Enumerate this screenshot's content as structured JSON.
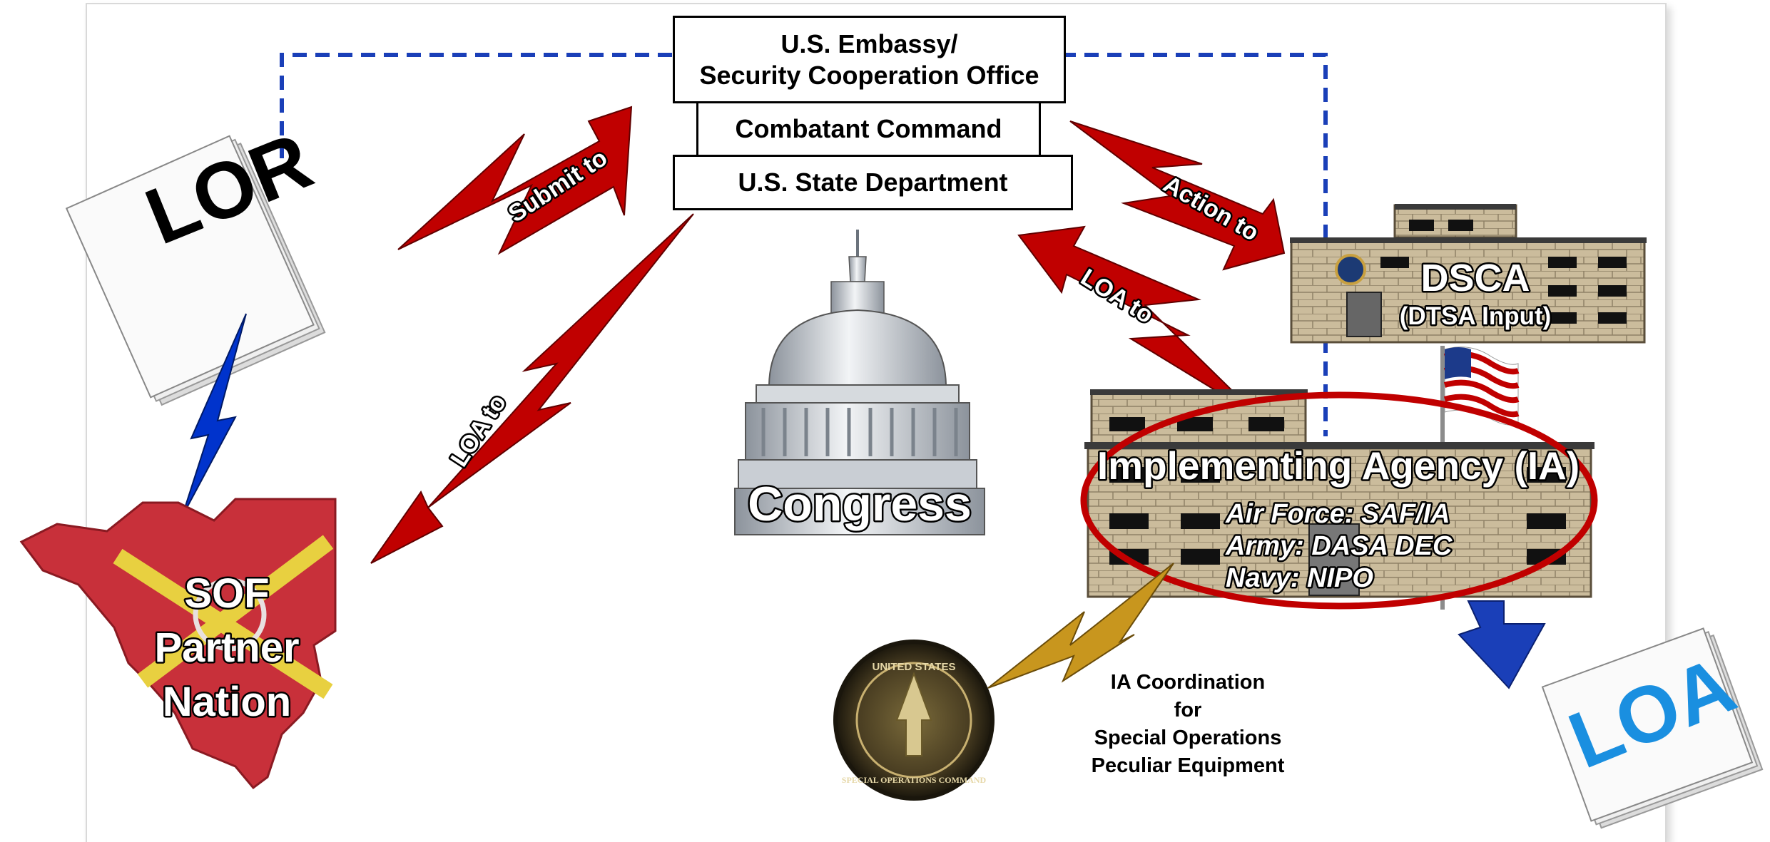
{
  "boxes": {
    "embassy_line1": "U.S. Embassy/",
    "embassy_line2": "Security Cooperation Office",
    "combatant": "Combatant Command",
    "state": "U.S. State Department"
  },
  "arrows": {
    "submit": "Submit to",
    "action": "Action to",
    "loa_to_state": "LOA to",
    "loa_to_partner": "LOA to"
  },
  "documents": {
    "lor": "LOR",
    "loa": "LOA"
  },
  "congress": "Congress",
  "dsca": {
    "title": "DSCA",
    "subtitle": "(DTSA Input)"
  },
  "ia": {
    "title": "Implementing Agency (IA)",
    "items": [
      "Air Force: SAF/IA",
      "Army: DASA DEC",
      "Navy: NIPO"
    ]
  },
  "partner": {
    "line1": "SOF",
    "line2": "Partner",
    "line3": "Nation"
  },
  "coordination": {
    "line1": "IA Coordination",
    "line2": "for",
    "line3": "Special Operations",
    "line4": "Peculiar Equipment"
  },
  "seal": {
    "top_text": "UNITED STATES",
    "bottom_text": "SPECIAL OPERATIONS COMMAND"
  },
  "colors": {
    "arrow_red": "#c00000",
    "lightning_blue": "#0033cc",
    "lightning_gold": "#c8961e",
    "dashed_line": "#1a3fb8",
    "brick": "#c8b898",
    "ellipse": "#c00000",
    "map_red": "#c8303a",
    "map_cross": "#e8d040",
    "loa_text": "#1a8fe0"
  }
}
